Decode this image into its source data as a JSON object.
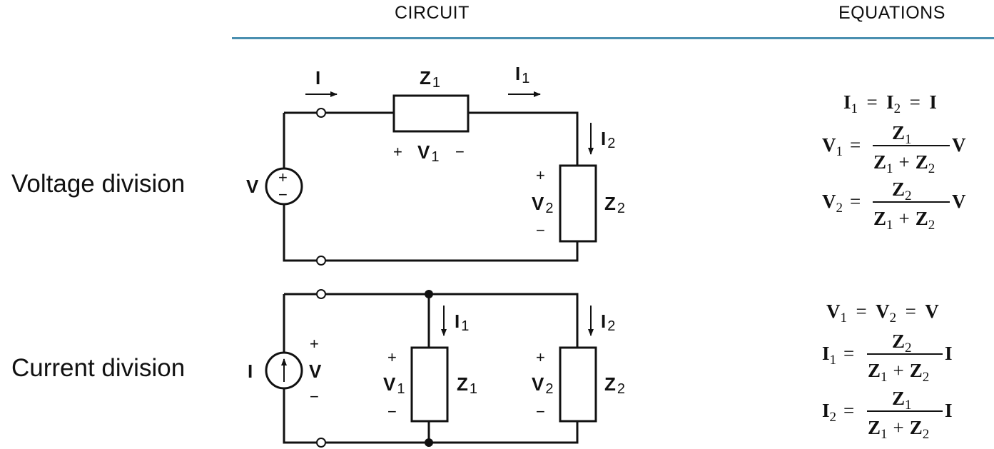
{
  "header": {
    "circuit": "CIRCUIT",
    "equations": "EQUATIONS"
  },
  "rows": {
    "voltage": {
      "label": "Voltage division",
      "source": "V",
      "current": "I",
      "z1": "Z",
      "z1_sub": "1",
      "i1": "I",
      "i1_sub": "1",
      "i2": "I",
      "i2_sub": "2",
      "v1": "V",
      "v1_sub": "1",
      "v2": "V",
      "v2_sub": "2",
      "z2": "Z",
      "z2_sub": "2",
      "plus": "+",
      "minus": "−",
      "eq1": {
        "a": "I",
        "a_sub": "1",
        "b": "I",
        "b_sub": "2",
        "c": "I"
      },
      "eq2": {
        "lhs": "V",
        "lhs_sub": "1",
        "num": "Z",
        "num_sub": "1",
        "den1": "Z",
        "den1_sub": "1",
        "den2": "Z",
        "den2_sub": "2",
        "tail": "V"
      },
      "eq3": {
        "lhs": "V",
        "lhs_sub": "2",
        "num": "Z",
        "num_sub": "2",
        "den1": "Z",
        "den1_sub": "1",
        "den2": "Z",
        "den2_sub": "2",
        "tail": "V"
      }
    },
    "current": {
      "label": "Current division",
      "source": "I",
      "v": "V",
      "i1": "I",
      "i1_sub": "1",
      "i2": "I",
      "i2_sub": "2",
      "v1": "V",
      "v1_sub": "1",
      "v2": "V",
      "v2_sub": "2",
      "z1": "Z",
      "z1_sub": "1",
      "z2": "Z",
      "z2_sub": "2",
      "plus": "+",
      "minus": "−",
      "eq1": {
        "a": "V",
        "a_sub": "1",
        "b": "V",
        "b_sub": "2",
        "c": "V"
      },
      "eq2": {
        "lhs": "I",
        "lhs_sub": "1",
        "num": "Z",
        "num_sub": "2",
        "den1": "Z",
        "den1_sub": "1",
        "den2": "Z",
        "den2_sub": "2",
        "tail": "I"
      },
      "eq3": {
        "lhs": "I",
        "lhs_sub": "2",
        "num": "Z",
        "num_sub": "1",
        "den1": "Z",
        "den1_sub": "1",
        "den2": "Z",
        "den2_sub": "2",
        "tail": "I"
      }
    }
  },
  "ops": {
    "eq": "=",
    "plus": "+"
  }
}
